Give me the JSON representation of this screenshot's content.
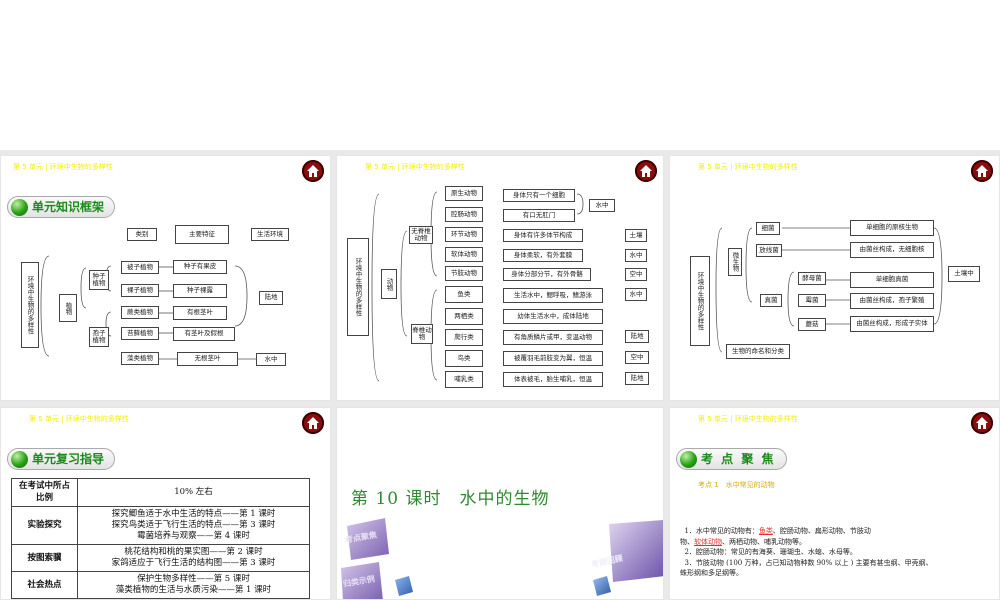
{
  "header_text": "第 5 单元 | 环境中生物的多样性",
  "s1": {
    "title": "单元知识框架",
    "hdr_cat": "类别",
    "hdr_feat": "主要特征",
    "hdr_env": "生活环境",
    "root": "环境中生物的多样性",
    "plant": "植物",
    "seed": "种子植物",
    "spore": "孢子植物",
    "angio": "被子植物",
    "gymno": "裸子植物",
    "fern": "蕨类植物",
    "moss": "苔藓植物",
    "algae": "藻类植物",
    "angio_f": "种子有果皮",
    "gymno_f": "种子裸露",
    "fern_f": "有根茎叶",
    "moss_f": "有茎叶及假根",
    "algae_f": "无根茎叶",
    "land": "陆地",
    "water": "水中"
  },
  "s2": {
    "root": "环境中生物的多样性",
    "animal": "动物",
    "invert": "无脊椎动物",
    "vert": "脊椎动物",
    "protozoa": "原生动物",
    "coelent": "腔肠动物",
    "annelid": "环节动物",
    "mollusk": "软体动物",
    "arthropod": "节肢动物",
    "fish": "鱼类",
    "amphib": "两栖类",
    "reptile": "爬行类",
    "bird": "鸟类",
    "mammal": "哺乳类",
    "protozoa_f": "身体只有一个细胞",
    "coelent_f": "有口无肛门",
    "annelid_f": "身体有许多体节构成",
    "mollusk_f": "身体柔软，有外套膜",
    "arthropod_f": "身体分部分节，有外骨骼",
    "fish_f": "生活水中，鳃呼吸，鳍游泳",
    "amphib_f": "幼体生活水中，成体陆地",
    "reptile_f": "有角质鳞片或甲，变温动物",
    "bird_f": "被覆羽毛前肢变为翼，恒温",
    "mammal_f": "体表被毛，胎生哺乳，恒温",
    "water": "水中",
    "soil": "土壤",
    "water2": "水中",
    "air": "空中",
    "water3": "水中",
    "land": "陆地",
    "air2": "空中",
    "land2": "陆地"
  },
  "s3": {
    "root": "环境中生物的多样性",
    "micro": "微生物",
    "bacteria": "细菌",
    "actino": "放线菌",
    "fungi": "真菌",
    "yeast": "酵母菌",
    "mold": "霉菌",
    "mushroom": "蘑菇",
    "bacteria_f": "单细胞的原核生物",
    "actino_f": "由菌丝构成，无细胞核",
    "yeast_f": "单细胞真菌",
    "mold_f": "由菌丝构成，孢子繁殖",
    "mushroom_f": "由菌丝构成，形成子实体",
    "soil": "土壤中",
    "naming": "生物的命名和分类"
  },
  "s4": {
    "title": "单元复习指导",
    "col1_head": "在考试中所占比例",
    "col2_head": "10% 左右",
    "rows": [
      {
        "cat": "实验探究",
        "lines": [
          "探究鲫鱼适于水中生活的特点——第 1 课时",
          "探究鸟类适于飞行生活的特点——第 3 课时",
          "霉菌培养与观察——第 4 课时"
        ]
      },
      {
        "cat": "按图索骥",
        "lines": [
          "桃花结构和桃的果实图——第 2 课时",
          "家鸽适应于飞行生活的结构图——第 3 课时"
        ]
      },
      {
        "cat": "社会热点",
        "lines": [
          "保护生物多样性——第 5 课时",
          "藻类植物的生活与水质污染——第 1 课时"
        ]
      }
    ]
  },
  "s5": {
    "title": "第 10 课时　水中的生物",
    "tile1": "考点聚焦",
    "tile2": "归类示例",
    "tile3": "考题回顾"
  },
  "s6": {
    "title": "考 点 聚 焦",
    "subtitle": "考点 1　水中常见的动物",
    "l1a": "1．水中常见的动物有：",
    "l1ans1": "鱼类",
    "l1b": "、腔肠动物、扁形动物、节肢动",
    "l2a": "物、",
    "l2ans2": "软体动物",
    "l2b": "、两栖动物、哺乳动物等。",
    "l3": "2．腔肠动物：常见的有海葵、珊瑚虫、水螅、水母等。",
    "l4": "3．节肢动物 (100 万种，占已知动物种数 90% 以上 ) 主要有甚虫纲、甲壳纲、",
    "l5": "蛛形纲和多足纲等。"
  },
  "colors": {
    "header_yellow": "#f4f000",
    "title_green": "#1a8a1a",
    "home_red": "#8b0d0d",
    "answer_red": "#e03030"
  }
}
